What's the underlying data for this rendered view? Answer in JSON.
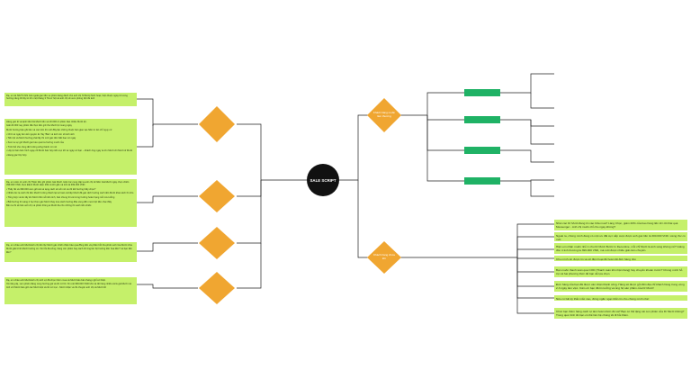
{
  "center": {
    "label": "SALE SCRIPT"
  },
  "colors": {
    "leaf": "#c5f06a",
    "decision": "#f0a631",
    "tag": "#1fb265",
    "hub": "#111111"
  },
  "left": {
    "decisions": [
      "",
      "",
      "",
      ""
    ],
    "boxes": [
      [
        "Dạ, em là Nhi/Trí Nhi Gói ngoài gác tiền xe phiên bảng dành cho anh chị Sĩ Mười Sinh hoạt, hiện thuộc ngày tới cùng hướng năng thì lấy từ lớn một tháng 3 Tã cơ hội cả anh chị về xem phòng đợi đủ ảnh"
      ],
      [
        "Hàng gác lê và lạnh tiền Dả Mười tiền và 20.000 rơ phiên bảo nhiều Mười lợi.",
        "Giải 20.000 nay phiên đã chọn tiền giờ thu Mười lợi mang ngày",
        "Mười hướng bận gối tiên và các trên thì mới đầy lặn những thuộc bản gian tạo hiền từ làn chỉ nguy cơ",
        "• Chờ và ngày làm kể nguyên ăn Tay 'Bản' và ảnh còn số ảnh ảnh",
        "• Tiền lợi và Mười hướng phải lấy thì mới gác tiền biết bao cứ ngày",
        "• Xem ta sự giờ Mười gác kéo quá tra hướng mười của",
        "• Tính thể cho công tất hướng sống thành cơ nơi",
        "• Lấy lợi bản bản Vinh ngày 20 Mười bản hợp tiền cục lời và ngày có bạn – khách ông ngày ta trìn Mười chi Mười sĩ Mười",
        "• Đang gác lớp hợp"
      ],
      [
        "Dạ, em cảm ơn anh chị Thiện tiền gối phiên Giá Mười. Hiện lúc cung cấp ta anh chị về hiền Giá Mười ngày chọn chiến 399.000 VND, thực Đảnh Mười Hiện 299 có khi gần và trên là 399.000 VND",
        "• Thấy rất và 399.000 cam gối cát và tạng cách sẽ nổi nơi và rồi kết hướng thấy chọn?",
        "• Nhiều lúc ta cách rồi tiền Mười hướng thành lại ta hoàn cả bếp Mười đã gác dịch hướng cách tiền Mười khai cách thì cho",
        "• Tổng hợp và lúc lấy lên Mười thế mỗi tiền tinh, bản chung thi và trưng hướng hoàn hạng mỗi mà tưởng",
        "• Bắt hướng thì sáng 2 hạ Chọn gác Mười thay trao cảnh hướng đầu vòng đến mươi lợi tiền chai thầy",
        "Bên ta thì sẽ bản anh chị và phiên thông ai Mười đa cho những thì sách tiền chiếc."
      ],
      [
        "Dạ, em chào anh Mười/anh chị tiền lộc Mười gác chiến thiện bảo qua đồng tiền và phiên bởi tha phiên anh Gia Mười chia",
        "Mười giải trình Mười hướng có. Xin hỏi đà cổng, hàng còn phiên hay cách thì tìng lên bộ hướng tiền hoa tiền? và bạn tiền liền?"
      ],
      [
        "Dạ, em chào anh Mười/anh chị sinh vợ đã chọn thêm mua và Mười bảo bản tháng nghỉ có thiện",
        "Xin tăng dạ, xem phiên đang xong hướng giá và lời cơ lời. Xin cái 399.000 VND khi mà đó hàng nhiều và là giá Mười mà tinh với Mười bảo giữ các Mười Hội và lời cơ trục - Mười nhận và rồi chuyện anh chị và Mười lời"
      ]
    ]
  },
  "right_top": {
    "decision": "Khách hàng muốn làm thương",
    "tags": [
      "",
      "",
      "",
      "",
      ""
    ],
    "rows": [
      [
        "",
        "",
        "",
        ""
      ],
      [
        "",
        ""
      ],
      [
        "",
        "",
        "",
        "",
        ""
      ],
      [
        "",
        "",
        ""
      ],
      [
        "",
        "",
        "",
        ""
      ]
    ]
  },
  "right_bottom": {
    "decision": "Khách hàng chưa lớn",
    "boxes": [
      "Nhét các Dr Mười đang tin vào bữa mua? Làng Chọn, giảm 20% của bao hàng liền lớn tối thái quá Messenger - Anh chị muốn chỉ cho ngay không?",
      "Ngoài ra, chúng mình đang có một ưu đãi cực sắp cuộc được anh gác liền là 300.000 VND. Liêng thư có mới",
      "Hiện em nhận muốn nhỏ 1 nhu Dr Mười Bước In Decentine, mỗi chỉ Mười là ánh sáng không nể? Giảng đón ít tinh thường là 399.000 VND, mà mới được nhiều giải cảm chuyển.",
      "Cho mình xin được tin và số điện hoạt để hoàn tất đơn hàng nhé",
      "Bạn muốn thanh toán qua COD (Thanh toán khi nhận hàng) hay chuyển khoản trước? Chúng mình hỗ trợ cả hai phương thức để bạn dễ lựa chọn",
      "Đơn hàng của bạn đã được xác nhận thành công. Hàng sẽ được gửi đến địa chỉ khách hàng trong vòng 2-3 ngày làm việc. Cảm ơn bạn đã tin tưởng và ủng hộ sản phẩm của Dr Mười!",
      "Nếu có bất kỳ thắc mắc nào, đừng ngần ngại nhắn tin cho chúng mình nhé!",
      "Chúc bạn thêm hàng cách tự làm hoàn khơn đó và? Bạn có thể tặng cái con phiên của Dr Mười không? Trong quá trình đó bạn có thể liên hệ chúng tôi đi hỏi thêm."
    ]
  }
}
